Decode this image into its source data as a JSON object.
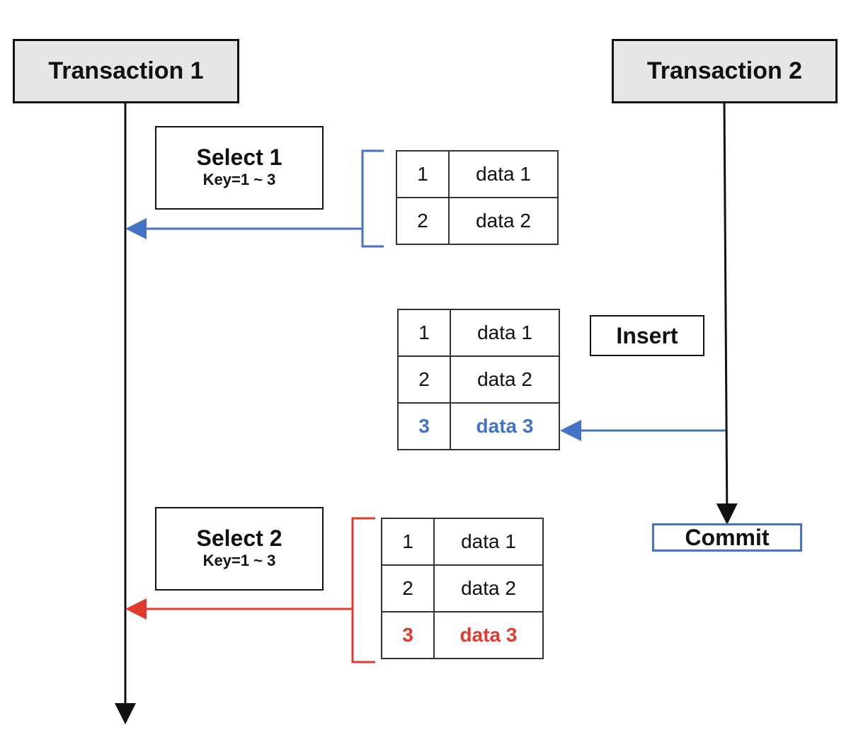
{
  "transactions": [
    {
      "label": "Transaction 1"
    },
    {
      "label": "Transaction 2"
    }
  ],
  "operations": {
    "select1": {
      "title": "Select 1",
      "range": "Key=1 ~ 3"
    },
    "insert": {
      "label": "Insert"
    },
    "select2": {
      "title": "Select 2",
      "range": "Key=1 ~ 3"
    },
    "commit": {
      "label": "Commit"
    }
  },
  "tables": {
    "select1_result": [
      {
        "key": "1",
        "value": "data 1"
      },
      {
        "key": "2",
        "value": "data 2"
      }
    ],
    "after_insert": [
      {
        "key": "1",
        "value": "data 1"
      },
      {
        "key": "2",
        "value": "data 2"
      },
      {
        "key": "3",
        "value": "data 3"
      }
    ],
    "select2_result": [
      {
        "key": "1",
        "value": "data 1"
      },
      {
        "key": "2",
        "value": "data 2"
      },
      {
        "key": "3",
        "value": "data 3"
      }
    ]
  },
  "colors": {
    "insert_highlight": "#4472c4",
    "phantom_highlight": "#e03a2f",
    "header_fill": "#e6e6e6"
  }
}
